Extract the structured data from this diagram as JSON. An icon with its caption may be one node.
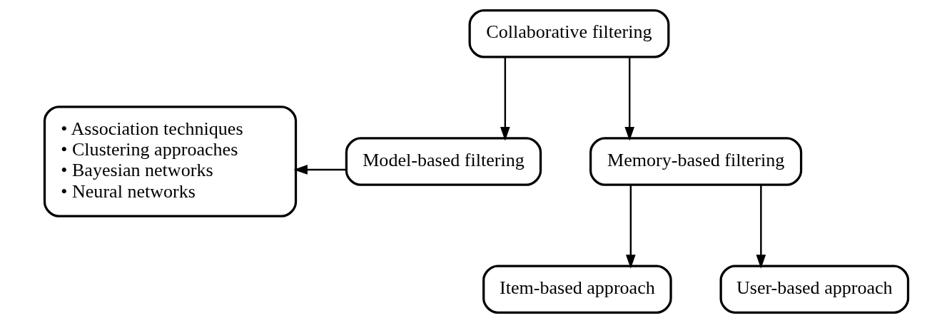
{
  "diagram": {
    "nodes": [
      {
        "text": [
          "Collaborative filtering"
        ]
      },
      {
        "text": [
          "• Association techniques",
          "• Clustering approaches",
          "• Bayesian networks",
          "• Neural networks"
        ]
      },
      {
        "text": [
          "Model-based filtering"
        ]
      },
      {
        "text": [
          "Memory-based filtering"
        ]
      },
      {
        "text": [
          "Item-based approach"
        ]
      },
      {
        "text": [
          "User-based approach"
        ]
      }
    ],
    "edges": [
      {
        "from": 0,
        "to": 2,
        "arrow": "to"
      },
      {
        "from": 0,
        "to": 3,
        "arrow": "to"
      },
      {
        "from": 2,
        "to": 1,
        "arrow": "to"
      },
      {
        "from": 3,
        "to": 4,
        "arrow": "to"
      },
      {
        "from": 3,
        "to": 5,
        "arrow": "to"
      }
    ]
  }
}
